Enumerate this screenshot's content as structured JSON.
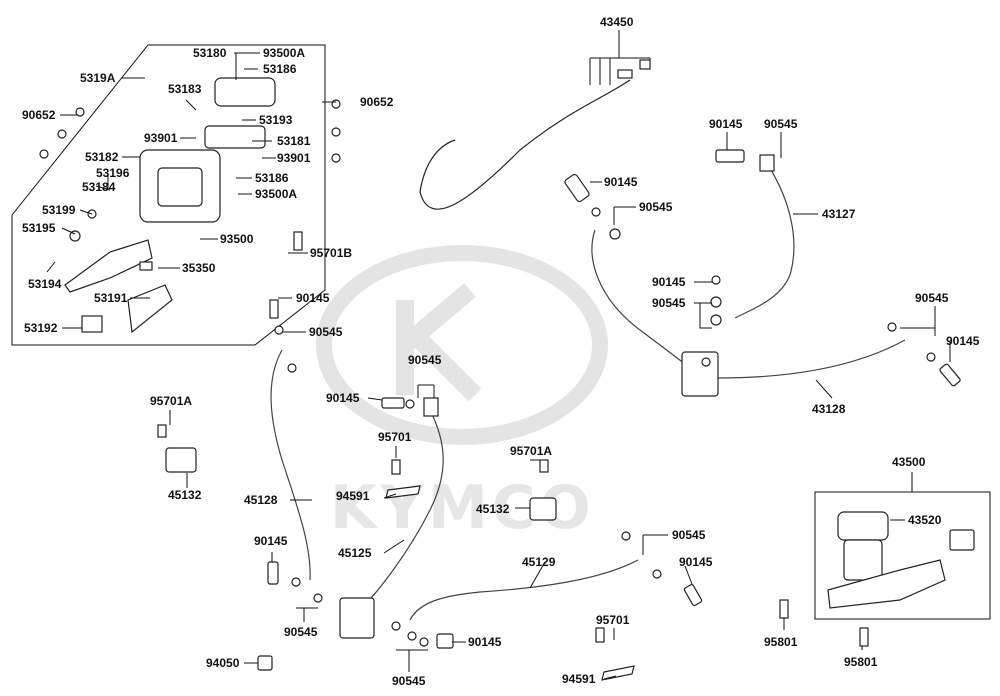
{
  "watermark": {
    "brand": "KYMCO"
  },
  "callouts": [
    {
      "id": "43450",
      "text": "43450"
    },
    {
      "id": "5319A",
      "text": "5319A"
    },
    {
      "id": "53180",
      "text": "53180"
    },
    {
      "id": "93500A_top",
      "text": "93500A"
    },
    {
      "id": "53186_top",
      "text": "53186"
    },
    {
      "id": "90652_left",
      "text": "90652"
    },
    {
      "id": "53183",
      "text": "53183"
    },
    {
      "id": "53193",
      "text": "53193"
    },
    {
      "id": "90652_right",
      "text": "90652"
    },
    {
      "id": "93901_left",
      "text": "93901"
    },
    {
      "id": "53181",
      "text": "53181"
    },
    {
      "id": "53182",
      "text": "53182"
    },
    {
      "id": "93901_right",
      "text": "93901"
    },
    {
      "id": "53196",
      "text": "53196"
    },
    {
      "id": "53186_mid",
      "text": "53186"
    },
    {
      "id": "53184",
      "text": "53184"
    },
    {
      "id": "93500A_mid",
      "text": "93500A"
    },
    {
      "id": "53199",
      "text": "53199"
    },
    {
      "id": "53195",
      "text": "53195"
    },
    {
      "id": "93500",
      "text": "93500"
    },
    {
      "id": "35350",
      "text": "35350"
    },
    {
      "id": "53194",
      "text": "53194"
    },
    {
      "id": "53191",
      "text": "53191"
    },
    {
      "id": "53192",
      "text": "53192"
    },
    {
      "id": "95701B",
      "text": "95701B"
    },
    {
      "id": "90145_a",
      "text": "90145"
    },
    {
      "id": "90545_a",
      "text": "90545"
    },
    {
      "id": "90145_b",
      "text": "90145"
    },
    {
      "id": "90545_b",
      "text": "90545"
    },
    {
      "id": "43127",
      "text": "43127"
    },
    {
      "id": "90145_c",
      "text": "90145"
    },
    {
      "id": "90545_c",
      "text": "90545"
    },
    {
      "id": "90145_d",
      "text": "90145"
    },
    {
      "id": "90545_d",
      "text": "90545"
    },
    {
      "id": "90545_e",
      "text": "90545"
    },
    {
      "id": "90145_e",
      "text": "90145"
    },
    {
      "id": "43128",
      "text": "43128"
    },
    {
      "id": "90545_f",
      "text": "90545"
    },
    {
      "id": "90145_f",
      "text": "90145"
    },
    {
      "id": "95701A_left",
      "text": "95701A"
    },
    {
      "id": "45132_left",
      "text": "45132"
    },
    {
      "id": "95701_mid",
      "text": "95701"
    },
    {
      "id": "95701A_mid",
      "text": "95701A"
    },
    {
      "id": "43500",
      "text": "43500"
    },
    {
      "id": "45128",
      "text": "45128"
    },
    {
      "id": "94591_top",
      "text": "94591"
    },
    {
      "id": "45132_mid",
      "text": "45132"
    },
    {
      "id": "43520",
      "text": "43520"
    },
    {
      "id": "90145_g",
      "text": "90145"
    },
    {
      "id": "45125",
      "text": "45125"
    },
    {
      "id": "45129",
      "text": "45129"
    },
    {
      "id": "90545_g",
      "text": "90545"
    },
    {
      "id": "90145_h",
      "text": "90145"
    },
    {
      "id": "90545_h",
      "text": "90545"
    },
    {
      "id": "90145_i",
      "text": "90145"
    },
    {
      "id": "95701_bottom",
      "text": "95701"
    },
    {
      "id": "95801_a",
      "text": "95801"
    },
    {
      "id": "95801_b",
      "text": "95801"
    },
    {
      "id": "94050",
      "text": "94050"
    },
    {
      "id": "90545_i",
      "text": "90545"
    },
    {
      "id": "94591_bottom",
      "text": "94591"
    }
  ]
}
